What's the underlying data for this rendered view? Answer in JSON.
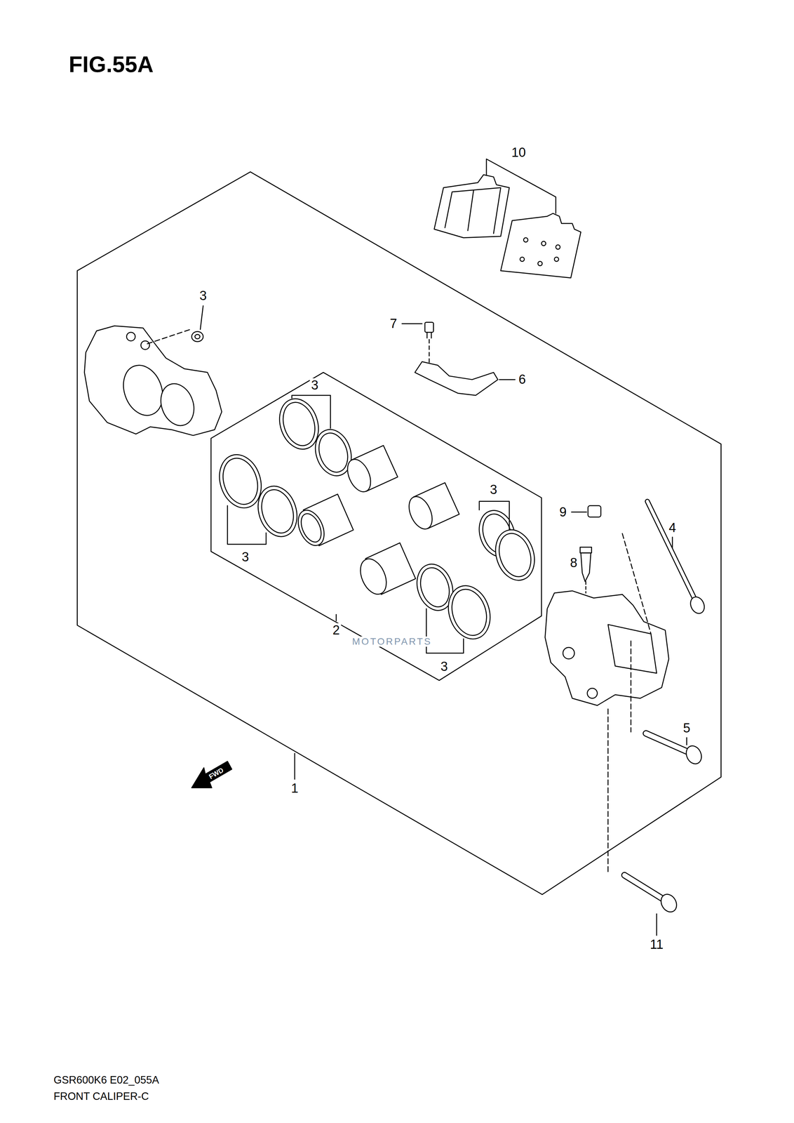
{
  "diagram": {
    "title": "FIG.55A",
    "labels": [
      "10",
      "3",
      "7",
      "6",
      "3",
      "3",
      "9",
      "4",
      "8",
      "3",
      "2",
      "MOTORPARTS",
      "3",
      "5",
      "FWD",
      "1",
      "11",
      "GSR600K6 E02_055A",
      "FRONT CALIPER-C"
    ]
  }
}
